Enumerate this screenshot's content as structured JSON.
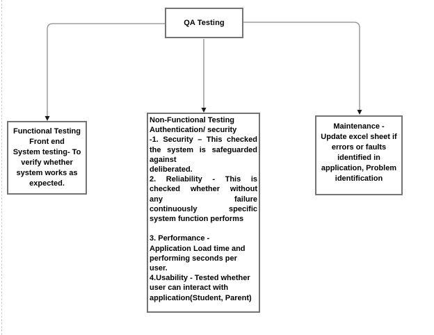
{
  "diagram": {
    "root_label": "QA Testing",
    "functional": {
      "lines": [
        "Functional Testing",
        "Front end",
        "System testing- To",
        "verify whether",
        "system works as",
        "expected."
      ]
    },
    "nonfunctional": {
      "lines": [
        {
          "t": "Non-Functional Testing"
        },
        {
          "t": "Authentication/ security"
        },
        {
          "t": "-1. Security – This checked",
          "j": true
        },
        {
          "t": "the system is safeguarded",
          "j": true
        },
        {
          "t": "against"
        },
        {
          "t": "deliberated."
        },
        {
          "t": "2. Reliability - This is",
          "j": true
        },
        {
          "t": "checked whether without",
          "j": true
        },
        {
          "t": "any failure",
          "j": true
        },
        {
          "t": "continuously specific",
          "j": true
        },
        {
          "t": "system function performs"
        },
        {
          "t": ""
        },
        {
          "t": "3. Performance -"
        },
        {
          "t": "Application Load time and"
        },
        {
          "t": "performing seconds per"
        },
        {
          "t": "user."
        },
        {
          "t": "4.Usability - Tested whether"
        },
        {
          "t": "user can interact with"
        },
        {
          "t": "application(Student, Parent)"
        }
      ]
    },
    "maintenance": {
      "lines": [
        "Maintenance -",
        "Update excel sheet if",
        "errors or faults",
        "identified in",
        "application, Problem",
        "identification"
      ]
    },
    "colors": {
      "box_border": "#737373",
      "connector": "#8c8c8c",
      "arrow": "#1a1a1a",
      "text": "#000000",
      "page_guide": "#cccccc"
    }
  }
}
